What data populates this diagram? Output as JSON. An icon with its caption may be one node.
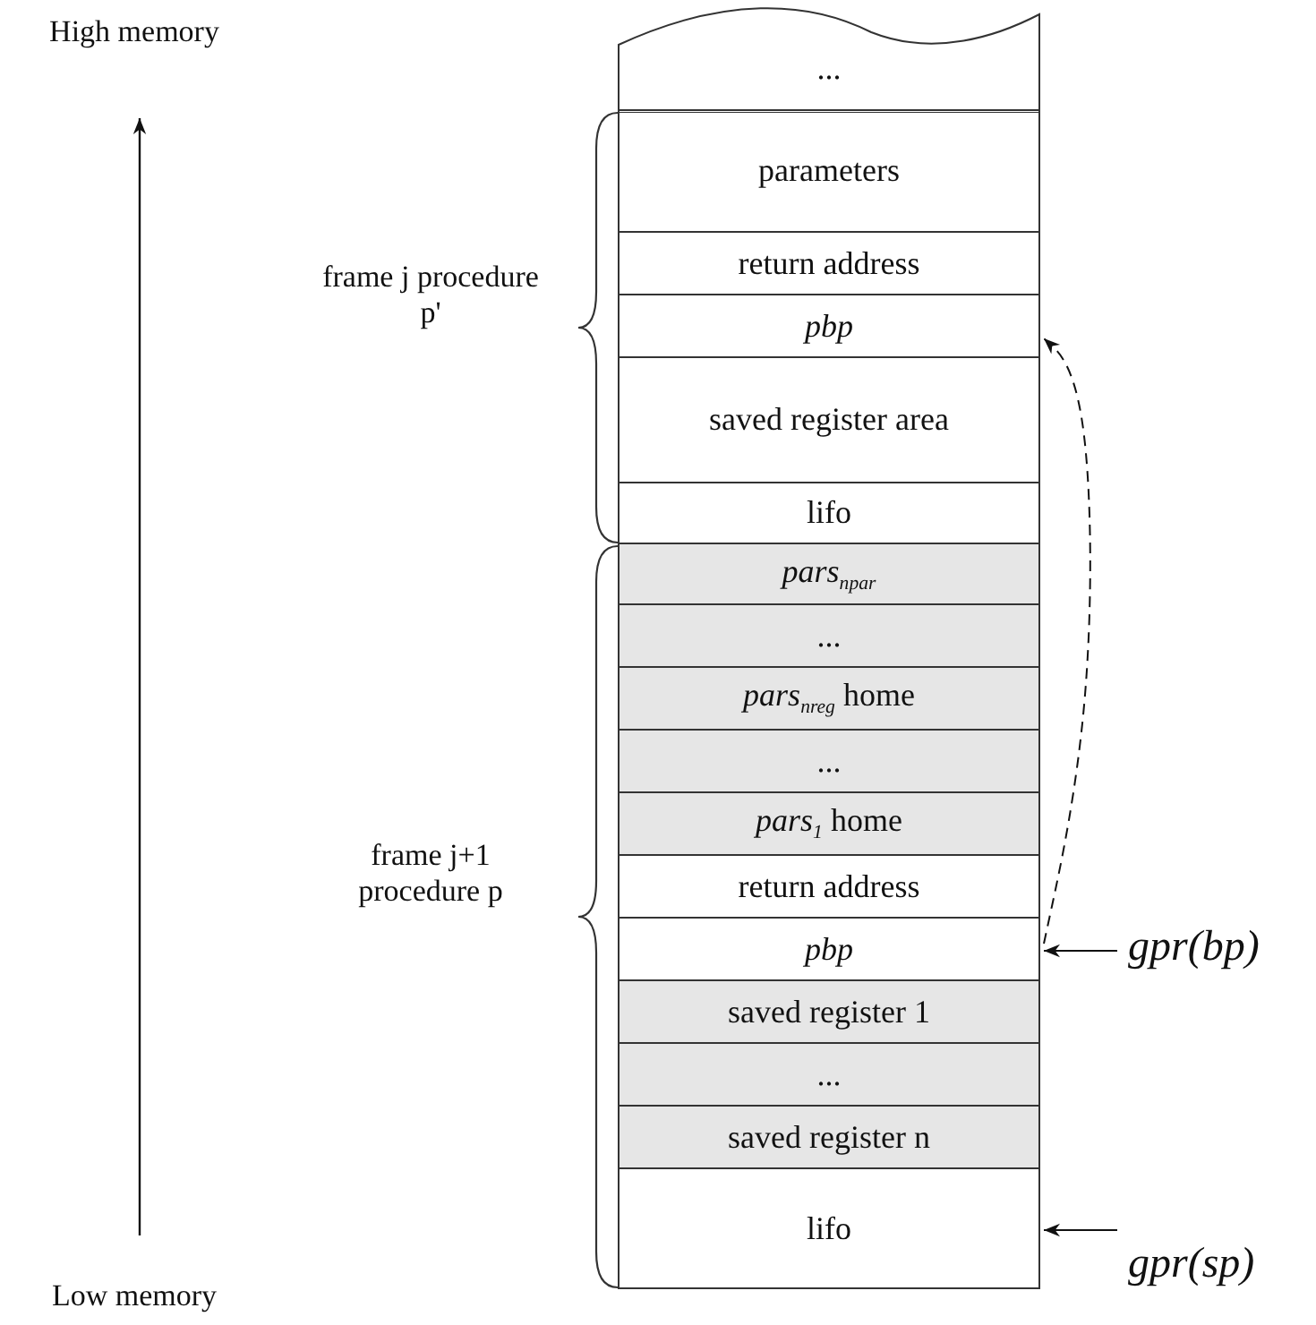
{
  "diagram": {
    "nodes": [
      {
        "text": [
          "..."
        ]
      },
      {
        "text": [
          "parameters"
        ]
      },
      {
        "text": [
          "return address"
        ]
      },
      {
        "text": [
          "pbp"
        ]
      },
      {
        "text": [
          "saved register area"
        ]
      },
      {
        "text": [
          "lifo"
        ]
      },
      {
        "text": [
          "*pars*$_{npar}$"
        ]
      },
      {
        "text": [
          "..."
        ]
      },
      {
        "text": [
          "*pars*$_{nreg}$ home"
        ]
      },
      {
        "text": [
          "..."
        ]
      },
      {
        "text": [
          "*pars*$_{1}$ home"
        ]
      },
      {
        "text": [
          "return address"
        ]
      },
      {
        "text": [
          "pbp"
        ]
      },
      {
        "text": [
          "saved register 1"
        ]
      },
      {
        "text": [
          "..."
        ]
      },
      {
        "text": [
          "saved register n"
        ]
      },
      {
        "text": [
          "lifo"
        ]
      },
      {
        "text": [
          "gpr(bp)"
        ]
      },
      {
        "text": [
          "gpr(sp)"
        ]
      }
    ],
    "edges": [
      {
        "from": 12,
        "to": 3,
        "arrow": "to",
        "style": "dashed"
      },
      {
        "from": 17,
        "to": 12,
        "arrow": "to"
      },
      {
        "from": 18,
        "to": 16,
        "arrow": "to"
      }
    ],
    "labels": [
      "High memory",
      "frame j procedure p'",
      "frame j+1 procedure p",
      "Low memory"
    ]
  }
}
